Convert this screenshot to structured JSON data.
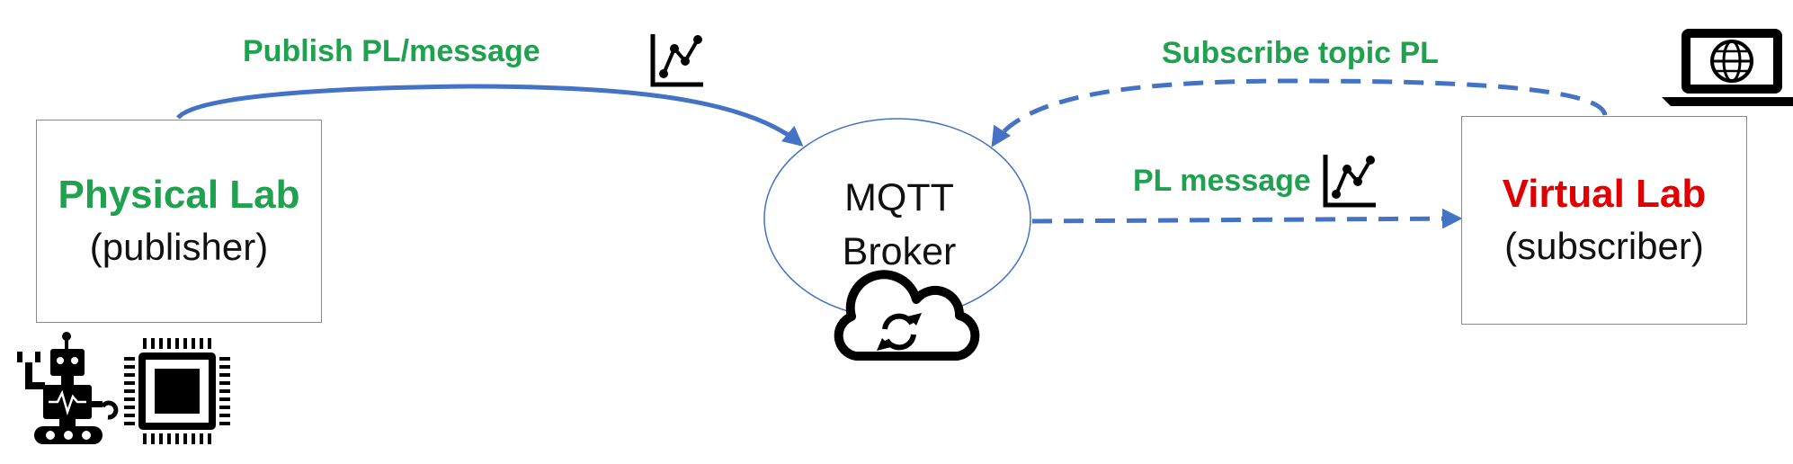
{
  "colors": {
    "label_green": "#1fa14f",
    "physical_title_green": "#1fa14f",
    "virtual_title_red": "#e00000",
    "arrow_blue": "#4472c4",
    "broker_outline": "#4472c4",
    "icon_black": "#000000"
  },
  "publisher": {
    "title": "Physical Lab",
    "role": "(publisher)"
  },
  "subscriber": {
    "title": "Virtual Lab",
    "role": "(subscriber)"
  },
  "broker": {
    "line1": "MQTT",
    "line2": "Broker"
  },
  "edges": {
    "publish_label": "Publish PL/message",
    "subscribe_label": "Subscribe topic PL",
    "message_label": "PL message"
  },
  "icons": [
    "chart-icon",
    "laptop-globe-icon",
    "cloud-sync-icon",
    "robot-icon",
    "chip-icon"
  ]
}
